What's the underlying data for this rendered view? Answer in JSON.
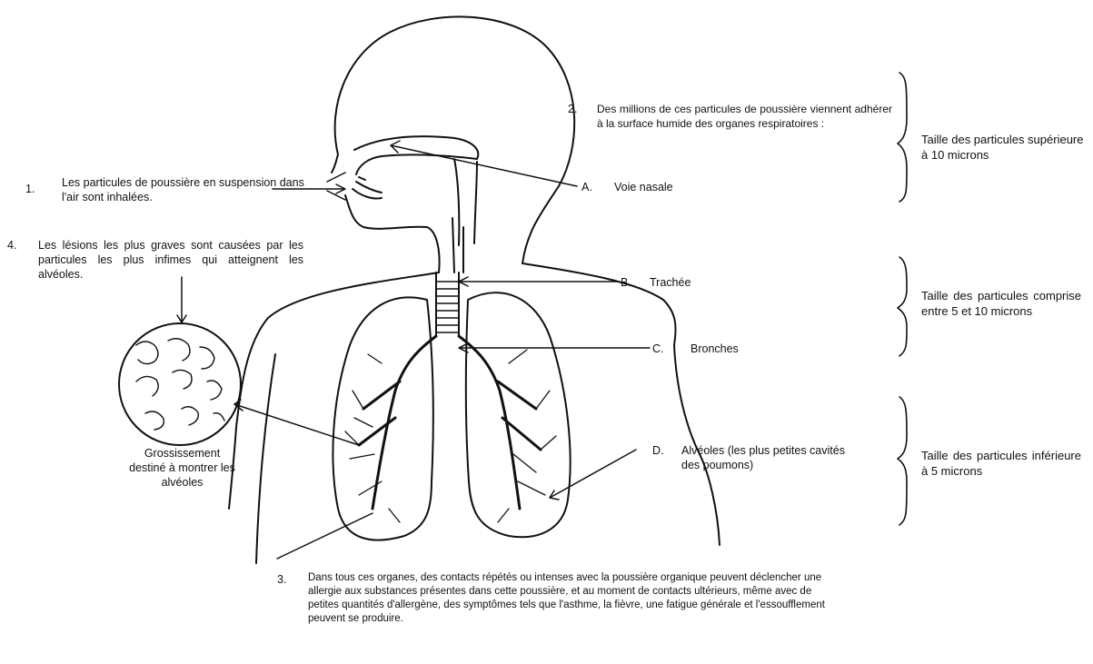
{
  "notes": {
    "n1": {
      "num": "1.",
      "text": "Les particules de poussière en suspension dans l'air sont inhalées."
    },
    "n2": {
      "num": "2.",
      "text": "Des millions de ces particules de poussière viennent adhérer à la surface humide des organes respiratoires :"
    },
    "n3": {
      "num": "3.",
      "text": "Dans tous ces organes, des contacts répétés ou intenses avec la poussière organique peuvent déclencher une allergie aux substances présentes dans cette poussière, et au moment de contacts ultérieurs, même avec de petites quantités d'allergène, des symptômes tels que l'asthme, la fièvre, une fatigue générale et l'essoufflement peuvent se produire."
    },
    "n4": {
      "num": "4.",
      "text": "Les lésions les plus graves sont causées par les particules les plus infimes qui atteignent les alvéoles."
    }
  },
  "parts": {
    "a": {
      "letter": "A.",
      "label": "Voie nasale"
    },
    "b": {
      "letter": "B.",
      "label": "Trachée"
    },
    "c": {
      "letter": "C.",
      "label": "Bronches"
    },
    "d": {
      "letter": "D.",
      "label": "Alvéoles (les plus petites cavités des poumons)"
    }
  },
  "magnify_label": "Grossissement destiné à montrer les alvéoles",
  "sizes": {
    "s1": "Taille des particules supérieure à 10 microns",
    "s2": "Taille des particules comprise entre 5 et 10 microns",
    "s3": "Taille des particules inférieure à 5 microns"
  }
}
